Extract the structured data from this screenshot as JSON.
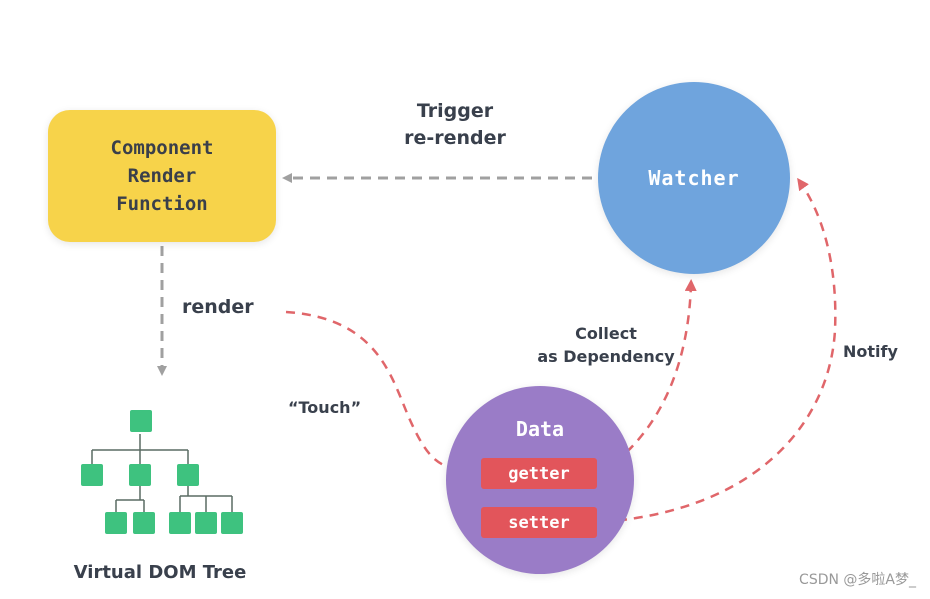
{
  "diagram": {
    "render_function": {
      "label": "Component\nRender\nFunction"
    },
    "watcher": {
      "label": "Watcher"
    },
    "data": {
      "label": "Data",
      "getter": "getter",
      "setter": "setter"
    },
    "edges": {
      "trigger_rerender": "Trigger\nre-render",
      "render": "render",
      "collect_dependency": "Collect\nas Dependency",
      "notify": "Notify",
      "touch": "“Touch”"
    },
    "virtual_dom_tree": {
      "label": "Virtual DOM Tree"
    }
  },
  "colors": {
    "render_function": "#f7d34a",
    "watcher": "#6fa4dd",
    "data": "#9a7cc7",
    "pill": "#e2555b",
    "dashed_red": "#e0666a",
    "dashed_gray": "#a0a0a0",
    "tree_cube": "#3ec27f"
  },
  "watermark": "CSDN @多啦A梦_"
}
